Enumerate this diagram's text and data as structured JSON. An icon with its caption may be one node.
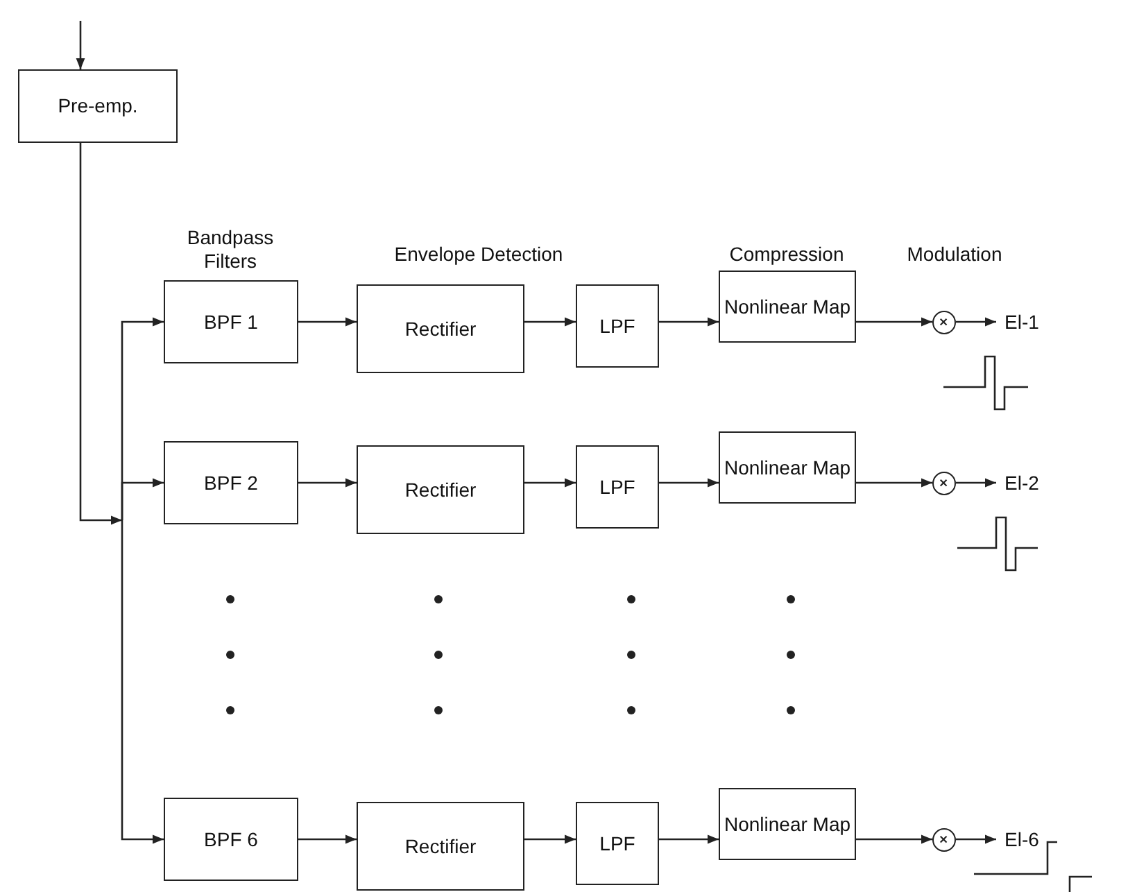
{
  "diagram": {
    "nodes": [
      {
        "text": [
          "Pre-emp."
        ]
      },
      {
        "text": [
          "BPF 1"
        ]
      },
      {
        "text": [
          "Rectifier"
        ]
      },
      {
        "text": [
          "LPF"
        ]
      },
      {
        "text": [
          "Nonlinear Map"
        ]
      },
      {
        "text": [],
        "shape": "circle"
      },
      {
        "text": [
          "El-1"
        ]
      },
      {
        "text": [
          "BPF 2"
        ]
      },
      {
        "text": [
          "Rectifier"
        ]
      },
      {
        "text": [
          "LPF"
        ]
      },
      {
        "text": [
          "Nonlinear Map"
        ]
      },
      {
        "text": [],
        "shape": "circle"
      },
      {
        "text": [
          "El-2"
        ]
      },
      {
        "text": [
          "BPF 6"
        ]
      },
      {
        "text": [
          "Rectifier"
        ]
      },
      {
        "text": [
          "LPF"
        ]
      },
      {
        "text": [
          "Nonlinear Map"
        ]
      },
      {
        "text": [],
        "shape": "circle"
      },
      {
        "text": [
          "El-6"
        ]
      }
    ],
    "edges": [
      {
        "from": null,
        "to": 0,
        "arrow": "to"
      },
      {
        "from": 0,
        "to": 1,
        "arrow": "to"
      },
      {
        "from": 0,
        "to": 7,
        "arrow": "to"
      },
      {
        "from": 0,
        "to": 13,
        "arrow": "to"
      },
      {
        "from": 1,
        "to": 2,
        "arrow": "to"
      },
      {
        "from": 2,
        "to": 3,
        "arrow": "to"
      },
      {
        "from": 3,
        "to": 4,
        "arrow": "to"
      },
      {
        "from": 4,
        "to": 5,
        "arrow": "to"
      },
      {
        "from": 5,
        "to": 6,
        "arrow": "to"
      },
      {
        "from": 7,
        "to": 8,
        "arrow": "to"
      },
      {
        "from": 8,
        "to": 9,
        "arrow": "to"
      },
      {
        "from": 9,
        "to": 10,
        "arrow": "to"
      },
      {
        "from": 10,
        "to": 11,
        "arrow": "to"
      },
      {
        "from": 11,
        "to": 12,
        "arrow": "to"
      },
      {
        "from": 13,
        "to": 14,
        "arrow": "to"
      },
      {
        "from": 14,
        "to": 15,
        "arrow": "to"
      },
      {
        "from": 15,
        "to": 16,
        "arrow": "to"
      },
      {
        "from": 16,
        "to": 17,
        "arrow": "to"
      },
      {
        "from": 17,
        "to": 18,
        "arrow": "to"
      }
    ],
    "labels": [
      "Bandpass Filters",
      "Envelope Detection",
      "Compression",
      "Modulation"
    ]
  }
}
